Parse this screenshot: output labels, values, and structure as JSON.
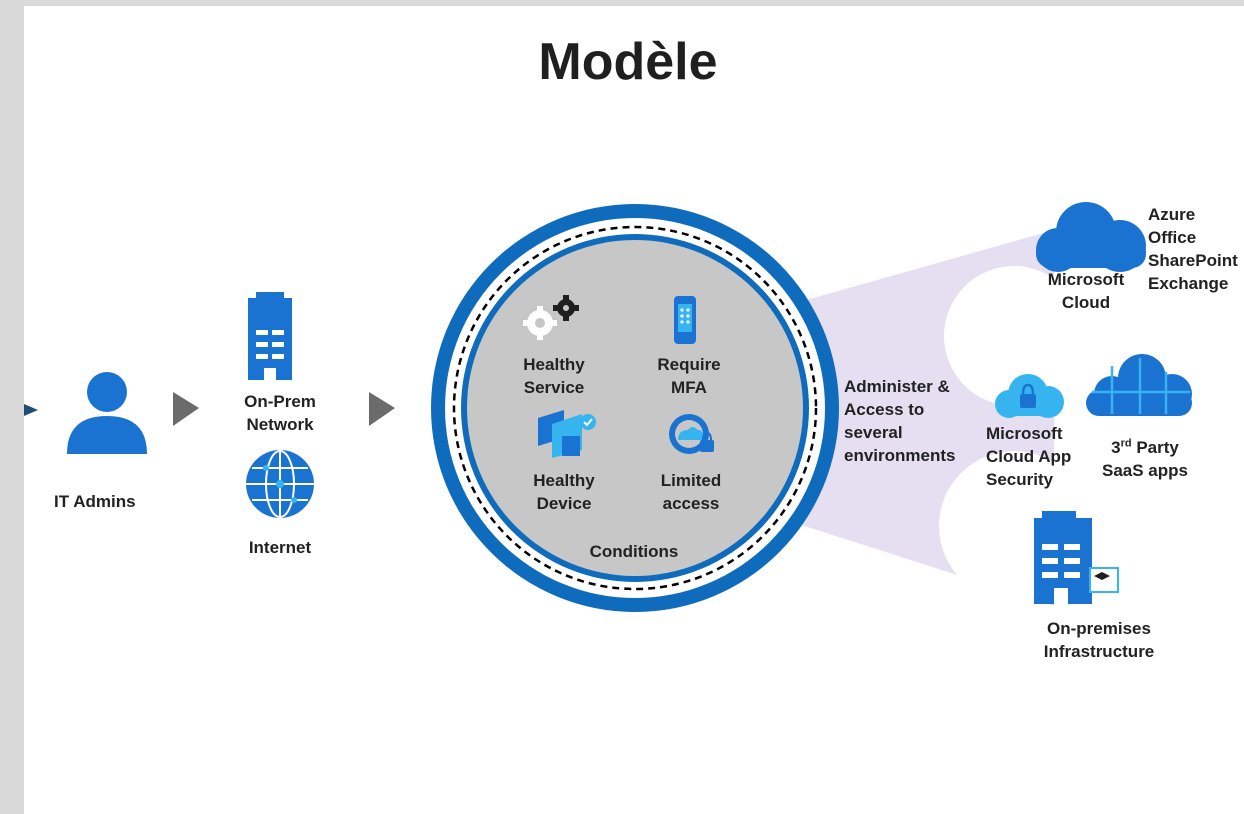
{
  "title": "Modèle",
  "sources": {
    "it_admins": "IT Admins",
    "on_prem_network": "On-Prem\nNetwork",
    "internet": "Internet"
  },
  "conditions": {
    "healthy_service": "Healthy\nService",
    "require_mfa": "Require\nMFA",
    "healthy_device": "Healthy\nDevice",
    "limited_access": "Limited\naccess",
    "label": "Conditions"
  },
  "access_text": "Administer &\nAccess to\nseveral\nenvironments",
  "targets": {
    "microsoft_cloud": "Microsoft\nCloud",
    "cloud_services": [
      "Azure",
      "Office",
      "SharePoint",
      "Exchange"
    ],
    "cloud_app_security": "Microsoft\nCloud App\nSecurity",
    "third_party_sup_prefix": "3",
    "third_party_sup": "rd",
    "third_party_rest": " Party\nSaaS apps",
    "on_premises": "On-premises\nInfrastructure"
  },
  "colors": {
    "accent": "#0f6cbd",
    "icon_blue": "#1a73d1",
    "light_blue": "#35b4f0",
    "circle_gray": "#c7c7c7",
    "band_lavender": "#e6dff1",
    "arrow_gray": "#6b6b6b"
  }
}
